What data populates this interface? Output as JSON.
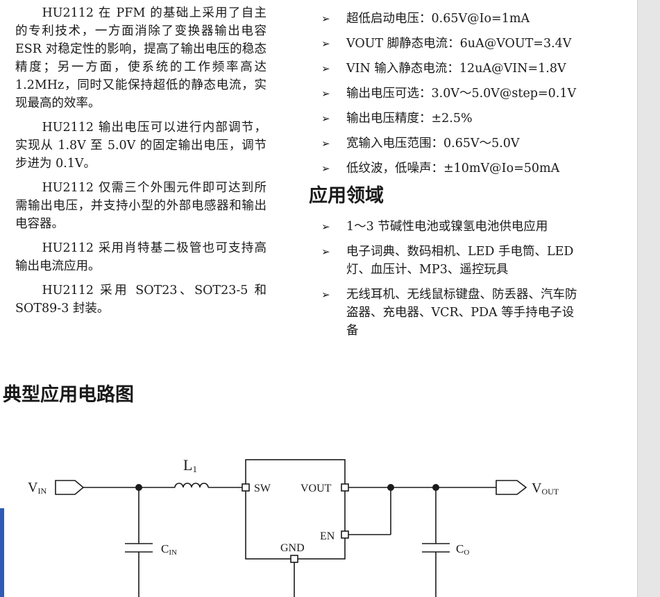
{
  "intro_paragraphs": [
    "HU2112 在 PFM 的基础上采用了自主的专利技术，一方面消除了变换器输出电容 ESR 对稳定性的影响，提高了输出电压的稳态精度；另一方面，使系统的工作频率高达 1.2MHz，同时又能保持超低的静态电流，实现最高的效率。",
    "HU2112 输出电压可以进行内部调节，实现从 1.8V 至 5.0V 的固定输出电压，调节步进为 0.1V。",
    "HU2112 仅需三个外围元件即可达到所需输出电压，并支持小型的外部电感器和输出电容器。",
    "HU2112 采用肖特基二极管也可支持高输出电流应用。",
    "HU2112 采用 SOT23、SOT23-5 和 SOT89-3 封装。"
  ],
  "bullet_symbol": "➢",
  "features": [
    "超低启动电压：0.65V@Io=1mA",
    "VOUT 脚静态电流：6uA@VOUT=3.4V",
    "VIN 输入静态电流：12uA@VIN=1.8V",
    "输出电压可选：3.0V～5.0V@step=0.1V",
    "输出电压精度：±2.5%",
    "宽输入电压范围：0.65V～5.0V",
    "低纹波，低噪声：±10mV@Io=50mA"
  ],
  "applications_heading": "应用领域",
  "applications": [
    "1～3 节碱性电池或镍氢电池供电应用",
    "电子词典、数码相机、LED 手电筒、LED 灯、血压计、MP3、遥控玩具",
    "无线耳机、无线鼠标键盘、防丢器、汽车防盗器、充电器、VCR、PDA 等手持电子设备"
  ],
  "circuit_heading": "典型应用电路图",
  "circuit": {
    "vin_label": "V",
    "vin_sub": "IN",
    "vout_label": "V",
    "vout_sub": "OUT",
    "inductor_label": "L",
    "inductor_sub": "1",
    "cin_label": "C",
    "cin_sub": "IN",
    "co_label": "C",
    "co_sub": "O",
    "pin_sw": "SW",
    "pin_vout": "VOUT",
    "pin_en": "EN",
    "pin_gnd": "GND"
  }
}
